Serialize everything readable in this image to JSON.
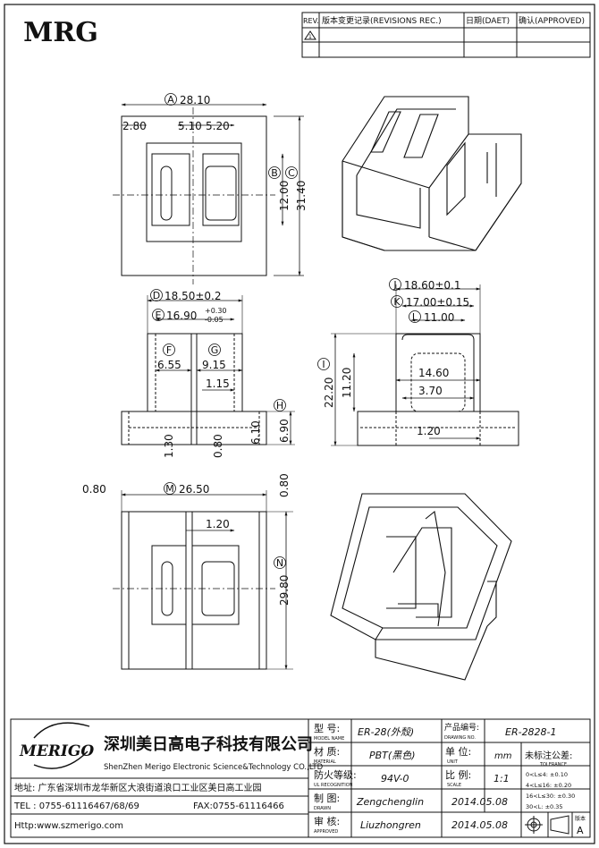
{
  "logo_top": "MRG",
  "revision_table": {
    "headers": [
      "REV.",
      "版本变更记录(REVISIONS REC.)",
      "日期(DAET)",
      "确认(APPROVED)"
    ],
    "rev_mark": "1"
  },
  "drawing": {
    "top_view": {
      "circle_A": "A",
      "dim_A": "28.10",
      "dim_left": "2.80",
      "dim_mid1": "5.10",
      "dim_mid2": "5.20",
      "circle_B": "B",
      "dim_B": "12.00",
      "circle_C": "C",
      "dim_C": "31.40"
    },
    "front_view": {
      "circle_D": "D",
      "dim_D": "18.50±0.2",
      "circle_E": "E",
      "dim_E": "16.90",
      "dim_E_tol_upper": "+0.30",
      "dim_E_tol_lower": "-0.05",
      "circle_F": "F",
      "dim_F": "6.55",
      "circle_G": "G",
      "dim_G": "9.15",
      "dim_115": "1.15",
      "circle_H": "H",
      "dim_H": "6.90",
      "dim_610": "6.10",
      "dim_130": "1.30",
      "dim_080": "0.80"
    },
    "side_view": {
      "circle_J": "J",
      "dim_J": "18.60±0.1",
      "circle_K": "K",
      "dim_K": "17.00±0.15",
      "circle_L": "L",
      "dim_L": "11.00",
      "circle_I": "I",
      "dim_I": "22.20",
      "dim_1120": "11.20",
      "dim_1460": "14.60",
      "dim_370": "3.70",
      "dim_120": "1.20"
    },
    "bottom_view": {
      "circle_M": "M",
      "dim_M": "26.50",
      "dim_left": "0.80",
      "dim_right": "0.80",
      "dim_mid": "1.20",
      "circle_N": "N",
      "dim_N": "29.80"
    }
  },
  "title_block": {
    "company_logo": "MERIGO",
    "company_cn": "深圳美日高电子科技有限公司",
    "company_en": "ShenZhen Merigo Electronic Science&Technology CO.,LTD",
    "address": "地址: 广东省深圳市龙华新区大浪街道浪口工业区美日高工业园",
    "tel": "TEL : 0755-61116467/68/69",
    "fax": "FAX:0755-61116466",
    "http": "Http:www.szmerigo.com",
    "model_label": "型  号:",
    "model_label_en": "MODEL NAME",
    "model_value": "ER-28(外殼)",
    "drawing_no_label": "产品编号:",
    "drawing_no_label_en": "DRAWING NO.",
    "drawing_no_value": "ER-2828-1",
    "material_label": "材  质:",
    "material_label_en": "MATERIAL",
    "material_value": "PBT(黑色)",
    "unit_label": "单  位:",
    "unit_label_en": "UNIT",
    "unit_value": "mm",
    "tolerance_label": "未标注公差:",
    "tolerance_label_en": "TOLERANCE",
    "flame_label": "防火等级:",
    "flame_label_en": "UL RECOGNITION",
    "flame_value": "94V-0",
    "scale_label": "比  例:",
    "scale_label_en": "SCALE",
    "scale_value": "1:1",
    "drawn_label": "制  图:",
    "drawn_label_en": "DRAWN",
    "drawn_value": "Zengchenglin",
    "drawn_date": "2014.05.08",
    "approved_label": "审  核:",
    "approved_label_en": "APPROVED",
    "approved_value": "Liuzhongren",
    "approved_date": "2014.05.08",
    "tolerance_rows": [
      "0<L≤4: ±0.10",
      "4<L≤16: ±0.20",
      "16<L≤30: ±0.30",
      "30<L: ±0.35"
    ],
    "version_label": "版本",
    "version_value": "A"
  }
}
